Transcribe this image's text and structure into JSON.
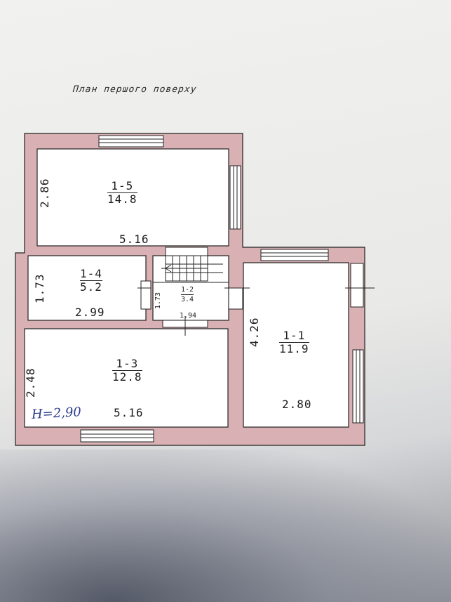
{
  "title": "План першого поверху",
  "rooms": [
    {
      "code": "1-5",
      "area": "14.8",
      "width": "5.16",
      "length": "2.86"
    },
    {
      "code": "1-4",
      "area": "5.2",
      "width": "2.99",
      "length": "1.73"
    },
    {
      "code": "1-2",
      "area": "3.4",
      "width": "1.94",
      "length": "1.73"
    },
    {
      "code": "1-3",
      "area": "12.8",
      "width": "5.16",
      "length": "2.48"
    },
    {
      "code": "1-1",
      "area": "11.9",
      "width": "2.80",
      "length": "4.26"
    }
  ],
  "height_note": "H=2,90",
  "colors": {
    "wall": "#d9b1b4",
    "line": "#222222",
    "room": "#ffffff"
  }
}
